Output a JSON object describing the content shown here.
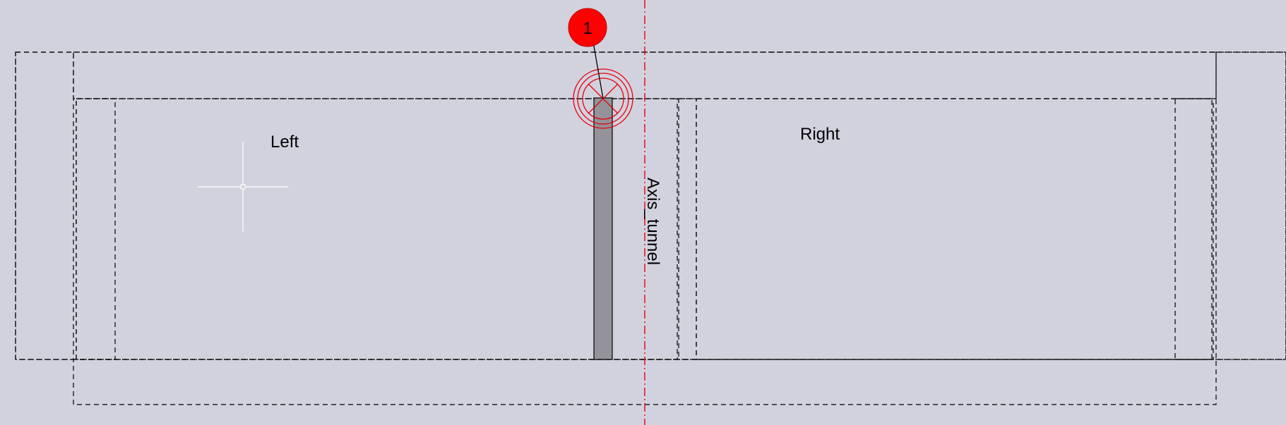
{
  "labels": {
    "left": "Left",
    "right": "Right",
    "axis": "Axis_tunnel"
  },
  "marker": {
    "number": "1"
  },
  "colors": {
    "background": "#d2d2df",
    "marker_fill": "#ff0000",
    "axis_line": "#e8000b",
    "pillar_fill": "#939399",
    "cursor": "#ffffff"
  },
  "icons": {
    "cursor": "crosshair-cursor-icon",
    "target": "target-crosshair-icon",
    "marker": "number-balloon-icon"
  }
}
